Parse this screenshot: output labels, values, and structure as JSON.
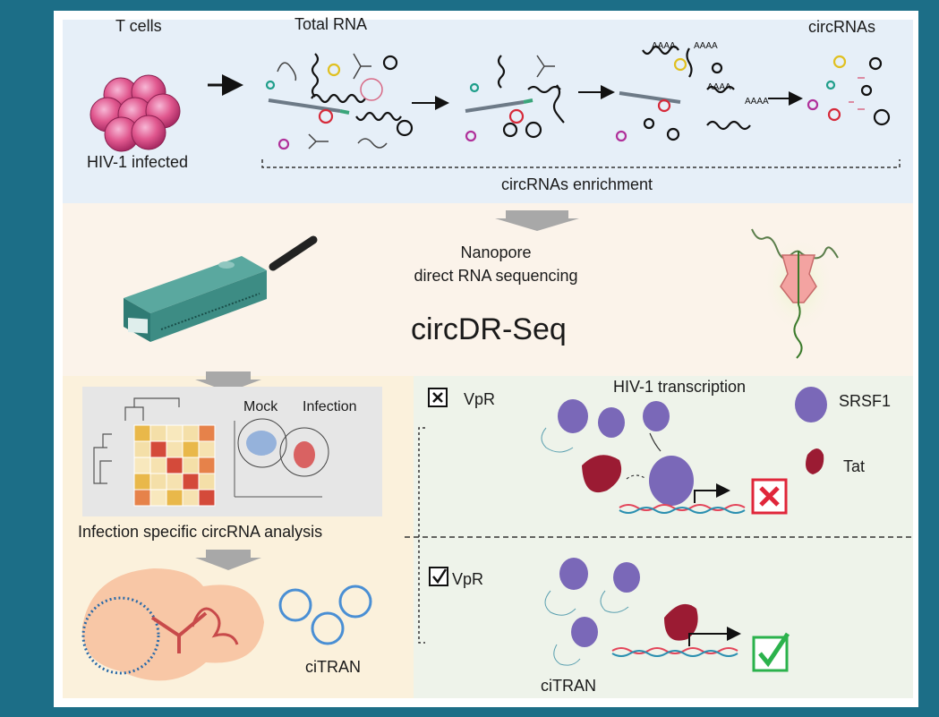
{
  "colors": {
    "page_background": "#1c6e87",
    "frame": "#ffffff",
    "top_band": "#e6eff8",
    "sequencing_band": "#fbf3ea",
    "analysis_band": "#fbf1dc",
    "right_band": "#eef3ea",
    "circrna_yellow": "#e0c020",
    "circrna_teal": "#1f9e8a",
    "circrna_red": "#d62a3a",
    "circrna_magenta": "#b0309a",
    "srsf1_purple": "#7a68b8",
    "tat_maroon": "#9b1b33",
    "stop_red": "#e0263a",
    "check_green": "#2bb24c",
    "nanopore_teal": "#2f7b74",
    "pore_pink": "#f3a3a1"
  },
  "step1": {
    "cells_label": "T cells",
    "infected_label": "HIV-1 infected",
    "total_rna_label": "Total RNA",
    "circrnas_label": "circRNAs",
    "poly_a_label": "AAAA",
    "enrichment_label": "circRNAs enrichment"
  },
  "step2": {
    "nanopore_line1": "Nanopore",
    "nanopore_line2": "direct RNA sequencing",
    "method_title": "circDR-Seq"
  },
  "step3": {
    "mock_label": "Mock",
    "infection_label": "Infection",
    "analysis_caption": "Infection specific circRNA analysis",
    "citran_label": "ciTRAN"
  },
  "mechanism": {
    "vpr_absent_label": "VpR",
    "vpr_present_label": "VpR",
    "transcription_label": "HIV-1 transcription",
    "srsf1_label": "SRSF1",
    "tat_label": "Tat",
    "citran_label": "ciTRAN"
  }
}
